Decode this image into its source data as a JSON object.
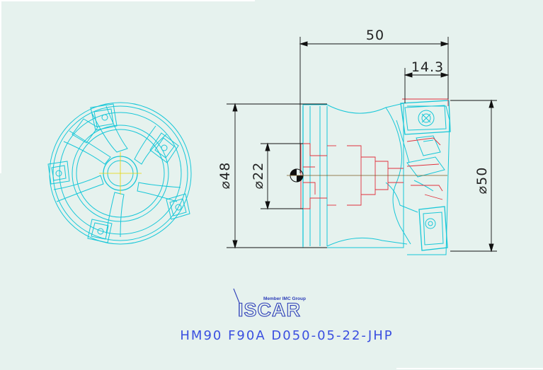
{
  "drawing": {
    "dimensions": {
      "overall_length": "50",
      "insert_offset": "14.3",
      "body_diameter": "⌀48",
      "bore_diameter": "⌀22",
      "cutting_diameter": "⌀50"
    },
    "brand": {
      "tagline": "Member IMC Group",
      "logo_text": "ISCAR"
    },
    "designation": "HM90  F90A  D050-05-22-JHP",
    "colors": {
      "background": "#e6f2ee",
      "body_outline": "#17c7d8",
      "hidden_lines": "#e0303c",
      "dimension_lines": "#111111",
      "center_lines": "#e6d400",
      "text_blue": "#3a4fe0"
    }
  }
}
